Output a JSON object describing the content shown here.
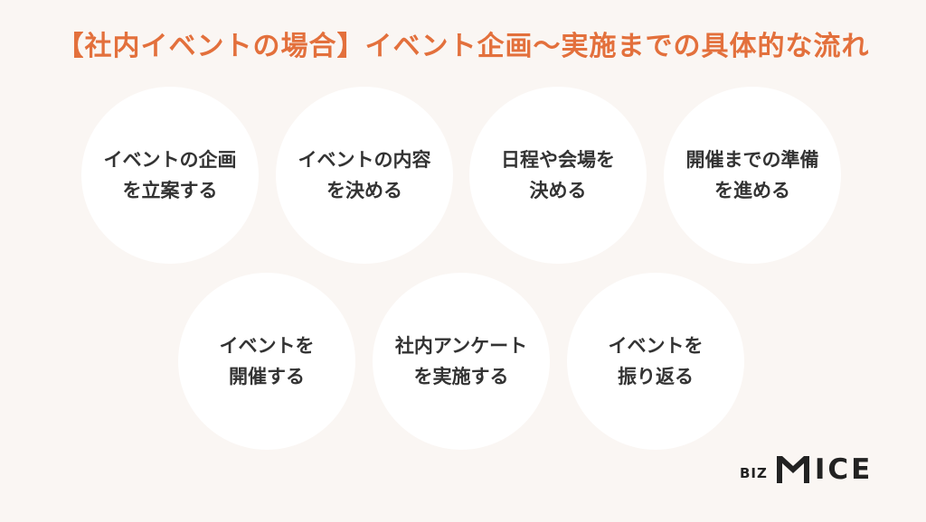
{
  "title": "【社内イベントの場合】イベント企画〜実施までの具体的な流れ",
  "steps": [
    {
      "line1": "イベントの企画",
      "line2": "を立案する"
    },
    {
      "line1": "イベントの内容",
      "line2": "を決める"
    },
    {
      "line1": "日程や会場を",
      "line2": "決める"
    },
    {
      "line1": "開催までの準備",
      "line2": "を進める"
    },
    {
      "line1": "イベントを",
      "line2": "開催する"
    },
    {
      "line1": "社内アンケート",
      "line2": "を実施する"
    },
    {
      "line1": "イベントを",
      "line2": "振り返る"
    }
  ],
  "logo": {
    "prefix": "BIZ",
    "suffix": "ICE"
  },
  "colors": {
    "background": "#faf6f3",
    "title": "#e3703c",
    "circle": "#ffffff",
    "text": "#333333",
    "logo": "#222222"
  }
}
